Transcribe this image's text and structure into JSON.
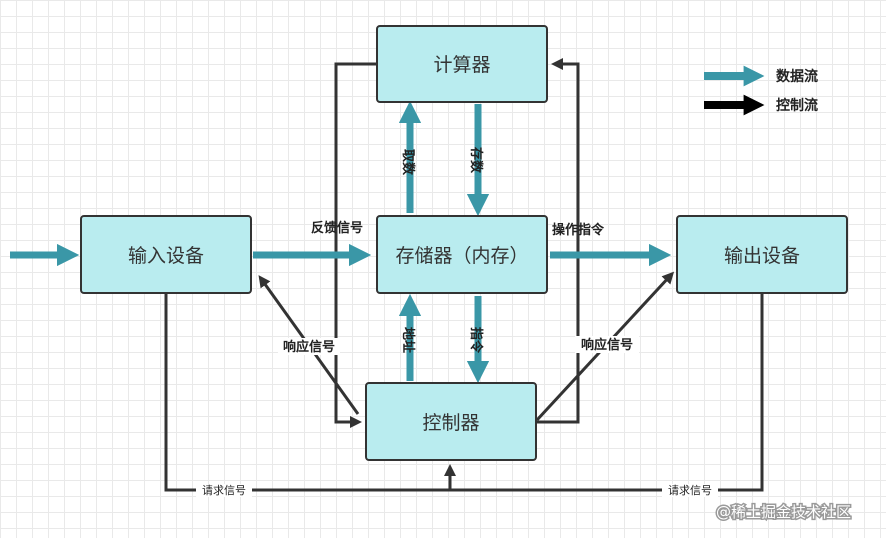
{
  "nodes": {
    "calculator": "计算器",
    "input": "输入设备",
    "memory": "存储器（内存）",
    "output": "输出设备",
    "controller": "控制器"
  },
  "edges": {
    "fetch": "取数",
    "store": "存数",
    "address": "地址",
    "instruction": "指令",
    "feedback": "反馈信号",
    "operation": "操作指令",
    "response_left": "响应信号",
    "response_right": "响应信号",
    "request_left": "请求信号",
    "request_right": "请求信号"
  },
  "legend": {
    "data_flow": "数据流",
    "control_flow": "控制流"
  },
  "watermark": "@稀土掘金技术社区",
  "colors": {
    "box_fill": "#b9ecef",
    "data_flow": "#3a97a7",
    "control_flow": "#333333",
    "legend_control": "#000000"
  }
}
